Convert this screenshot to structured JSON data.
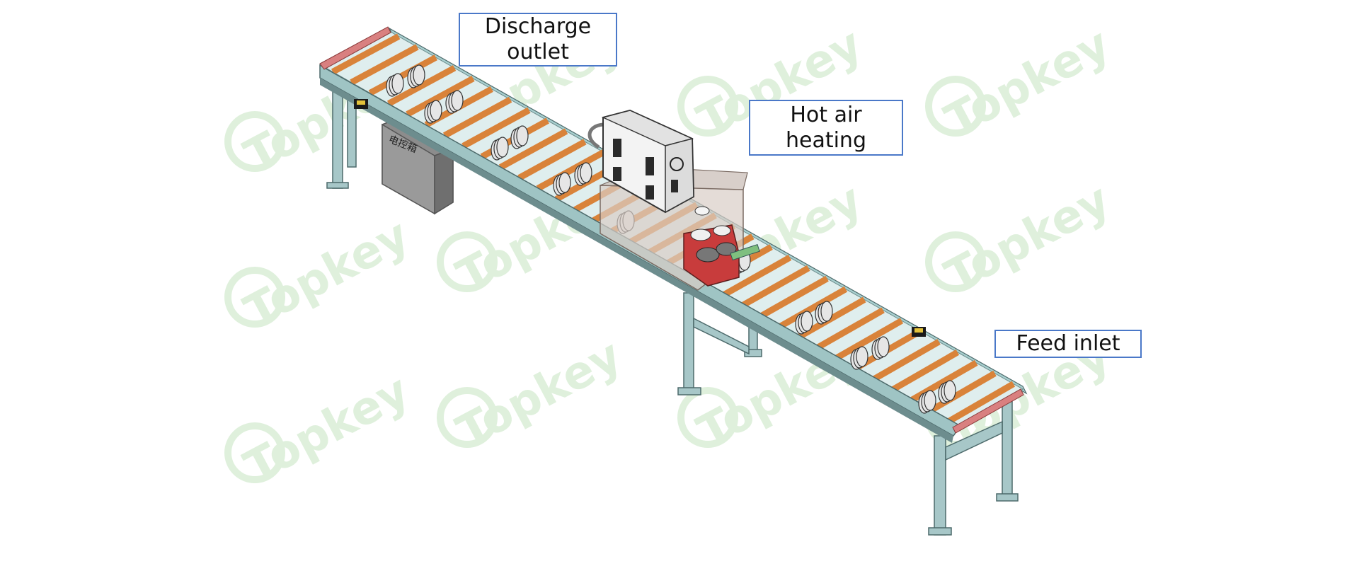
{
  "labels": {
    "discharge_outlet": {
      "line1": "Discharge",
      "line2": "outlet"
    },
    "hot_air_heating": {
      "line1": "Hot air",
      "line2": "heating"
    },
    "feed_inlet": "Feed inlet",
    "control_box": "电控箱"
  },
  "watermark": "Topkey",
  "colors": {
    "roller": "#d9833a",
    "frame": "#9fc4c4",
    "frame_dark": "#5d7f80",
    "control_box": "#8c8c8c",
    "heater_housing": "#c8bdb5",
    "press_unit": "#c83c3c",
    "watermark": "#dcefd9",
    "callout_border": "#4a78c8"
  }
}
